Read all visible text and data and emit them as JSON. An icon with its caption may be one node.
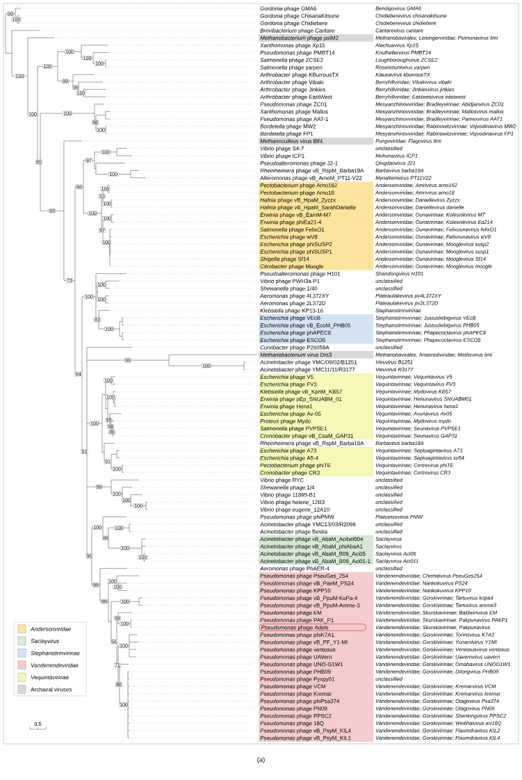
{
  "diagram": {
    "caption": "(a)",
    "nodes": [
      {
        "text": [
          "*Methanobacterium* phage psiM2"
        ]
      },
      {
        "text": [
          "*Methanoculleus* virus Blf4"
        ]
      },
      {
        "text": [
          "*Pectobacterium* phage Arno162",
          "*Pectobacterium* phage Arno18",
          "*Hafnia* phage vB_HpaM_Zyzzx",
          "*Hafnia* phage vB_HpaM_SarahDanielle",
          "*Erwinia* phage vB_EamM-M7",
          "*Erwinia* phage phiEa21-4",
          "*Salmonella* phage FelixO1",
          "*Escherichia* phage wV8",
          "*Escherichia* phage phiSUSP2",
          "*Escherichia* phage phiSUSP1",
          "*Shigella* phage Sf14",
          "*Citrobacter* phage Moogle"
        ]
      },
      {
        "text": [
          "*Escherichia* phage VEcB",
          "*Escherichia* phage vB_EcoM_PHB05",
          "*Escherichia* phage phAPEC8",
          "*Escherichia* phage ESCO5"
        ]
      },
      {
        "text": [
          "*Methanobacterium* virus Drs3"
        ]
      },
      {
        "text": [
          "*Escherichia* phage V5",
          "*Escherichia* phage FV3",
          "*Klebsiella* phage vB_KpnM_KB57",
          "*Erwinia* phage pEp_SNUABM_01",
          "*Erwinia* phage Hena1",
          "*Escherichia* phage Av-05",
          "*Proteus* phage Mydo",
          "*Salmonella* phage PVPSE1",
          "*Cronobacter* phage vB_CsaM_GAP31"
        ]
      },
      {
        "text": [
          "*Escherichia* phage A73",
          "*Escherichia* phage A5-4",
          "*Pectobacterium* phage phiTE",
          "*Cronobacter* phage CR3"
        ]
      },
      {
        "text": [
          "*Acinetobacter* phage vB_AbaM_Acibel004",
          "*Acinetobacter* phage vB_AbaM_phiAbaA1",
          "*Acinetobacter* phage vB_AbaM_B09_Aci05",
          "*Acinetobacter* phage vB_AbaM_B09_Aci01-1"
        ]
      },
      {
        "text": [
          "*Pseudomonas* phage PseuGes_254",
          "*Pseudomonas* phage vB_PaeM_PS24",
          "*Pseudomonas* phage KPP10",
          "*Pseudomonas* phage vB_PpuM-KoPa-4",
          "*Pseudomonas* phage vB_PpuM-Amme-3",
          "*Pseudomonas* phage EM",
          "*Pseudomonas* phage PAK_P1",
          "*Pseudomonas* phage phiK7A1",
          "*Pseudomonas* phage vB_PF_Y1-MI",
          "*Pseudomonas* phage ventosus",
          "*Pseudomonas* phage UAVern",
          "*Pseudomonas* phage UNO-G1W1",
          "*Pseudomonas* phage PHB09",
          "*Pseudomonas* phage Pyxpy01",
          "*Pseudomonas* phage VCM",
          "*Pseudomonas* phage Kremar",
          "*Pseudomonas* phage phiPsa374",
          "*Pseudomonas* phage PN09",
          "*Pseudomonas* phage PPSC2",
          "*Pseudomonas* phage 16Q",
          "*Pseudomonas* phage vB_PsyM_KIL4",
          "*Pseudomonas* phage vB_PsyM_KIL1"
        ]
      },
      {
        "text": [
          "*Pseudomonas* phage Adele"
        ],
        "in": 8
      }
    ],
    "labels": [
      "*Gordonia* phage GMA6",
      "Bendigovirus GMA6",
      "*Gordonia* phage ChisanaKitsune",
      "Chidieberevirus chisanakitsune",
      "*Gordonia* phage Chidiebere",
      "Chidieberevirus chidiebere",
      "*Brevibacterium* phage Cantare",
      "Cantarevirus cantare",
      "Methanobavirales; Leisingerviridae; Psimunavirus limi",
      "*Xanthomonas* phage Xp15",
      "Alachuavirus Xp15",
      "*Pseudomonas* phage PMBT14",
      "Knuthellervirus PMBT14",
      "*Salmonella* phage ZCSE2",
      "Loughboroughvirus ZCSE2",
      "*Salmonella* phage yarpen",
      "Rosemountvirus yarpen",
      "*Arthrobacter* phage KBurrousTX",
      "Klausavirus kburrousTX",
      "*Arthrobacter* phage Vibaki",
      "Berryhillviridae; Vibakivirus vibaki",
      "*Arthrobacter* phage Jinkies",
      "Berryhillviridae; Jinkiesvirus jinkies",
      "*Arthrobacter* phage EastWest",
      "Berryhillviridae; Eastwestvirus eastwest",
      "*Pseudomonas* phage ZC01",
      "Mesyanzhinovviridae; Bradleyvirinae; Abidjanvirus ZC01",
      "*Xanthomonas* phage Mallos",
      "Mesyanzhinovviridae; Bradleyvirinae; Mallosvirus mallos",
      "*Pseudomonas* phage AAT-1",
      "Mesyanzhinovviridae; Bradleyvirinae; Pamexvirus AAT1",
      "*Bordetella* phage MW2",
      "Mesyanzhinovviridae; Rabinowitzvirinae; Vojvodinavirus MW2",
      "*Bordetella* phage FP1",
      "Mesyanzhinovviridae; Rabinowitzvirinae; Vojvodinavirus FP1",
      "Pungoviridae; Flagovirus limi",
      "*Vibrio* phage S4-7",
      "unclassified",
      "*Vibrio* phage ICP1",
      "Mohonavirus ICP1",
      "*Pseudoalteromonas* phage J2-1",
      "Qingdaovirus J21",
      "*Rheinheimera* phage vB_RspM_Barba19A",
      "Barbavirus barba19A",
      "*Alteromonas* phage vB_AmeM_PT11-V22",
      "Myoalterovirus PT11V22",
      "Andersonviridae; Amrivirus arno162",
      "Andersonviridae; Amrivirus arno18",
      "Andersonviridae; Daniellevirus Zyzzx",
      "Andersonviridae; Daniellevirus danielle",
      "Andersonviridae; Ounavirinae; Kolesnikvirus M7",
      "Andersonviridae; Ounavirinae; Kolesnikvirus Ea214",
      "Andersonviridae; Ounavirinae; Felixounavirus felixO1",
      "Andersonviridae; Ounavirinae; Felixounavirus wV8",
      "Andersonviridae; Ounavirinae; Mooglevirus susp2",
      "Andersonviridae; Ounavirinae; Mooglevirus susp1",
      "Andersonviridae; Ounavirinae; Mooglevirus Sf14",
      "Andersonviridae; Ounavirinae; Mooglevirus moogle",
      "*Pseudoalteromonas* phage H101",
      "Shandongvirus H101",
      "*Vibrio* phage PWH3a-P1",
      "unclassified",
      "*Shewanella* phage 1/40",
      "unclassified",
      "*Aeromonas* phage 4L372XY",
      "Plateaulakevirus pv4L372XY",
      "*Aeromonas* phage 2L372D",
      "Plateaulakevirus pv2L372D",
      "*Klebsiella* phage KP13-16",
      "Stephanstirmvirinae",
      "Stephanstirmvirinae; Justusliebigvirus VEcB",
      "Stephanstirmvirinae; Justusliebigvirus PHB05",
      "Stephanstirmvirinae; Phapecoctavirus phAPEC8",
      "Stephanstirmvirinae; Phapecoctavirus ESCO5",
      "*Curvibacter* phage P26059A",
      "unclassified",
      "Methanobavirales; Anaerodiviridae; Metforvirus limi",
      "*Acinetobacter* phage YMC/09/02/B1251",
      "Vieuvirus B1251",
      "*Acinetobacter* phage YMC11/11/R3177",
      "Vieuvirus R3177",
      "Vequintavirinae; Vequintavirus V5",
      "Vequintavirinae; Vequintavirus FV3",
      "Vequintavirinae; Mydovirus KB57",
      "Vequintavirinae; Henunavirus SNUABM01",
      "Vequintavirinae; Henunavirus hena1",
      "Vequintavirinae; Avunavirus Av05",
      "Vequintavirinae; Mydovirus mydo",
      "Vequintavirinae; Seunavirus PVPSE1",
      "Vequintavirinae; Seunavirus GAP31",
      "*Rheinheimera* phage vB_RspM_Barba18A",
      "Barbavirus barba18A",
      "Vequintavirinae; Septuagintavirus A73",
      "Vequintavirinae; Septuagintavirus sv54",
      "Vequintavirinae; Certrevirus phiTE",
      "Vequintavirinae; Certrevirus CR3",
      "*Vibrio* phage RYC",
      "unclassified",
      "*Shewanella* phage 1/4",
      "unclassified",
      "*Vibrio* phage 11895-B1",
      "unclassified",
      "*Vibrio* phage helene_12B3",
      "unclassified",
      "*Vibrio* phage eugene_12A10",
      "unclassified",
      "*Pseudomonas* phage phiPMW",
      "Plaisancevirus PMW",
      "*Acinetobacter* phage YMC13/03/R2096",
      "unclassified",
      "*Acinetobacter* phage Bestia",
      "unclassified",
      "Saclayvirus",
      "Saclayvirus",
      "Saclayvirus Aci05",
      "Saclayvirus Aci011",
      "*Aeromonas* phage PhAER-4",
      "unclassified",
      "Vandenendeviridae; Chemalvirus PseuGes254",
      "Vandenendeviridae; Nankokuvirus PS24",
      "Vandenendeviridae; Nankokuvirus KPP10",
      "Vandenendeviridae; Gorskivirinae; Tartuvirus kopa4",
      "Vandenendeviridae; Gorskivirinae; Tartuvirus amme3",
      "Vandenendeviridae; Skurskavirinae; Baldwinvirus EM",
      "Vandenendeviridae; Skurskavirinae; Pakpunavirus PAKP1",
      "Vandenendeviridae; Skurskavirinae; Pakpunavirus",
      "Vandenendeviridae; Gorskivirinae; Torinovirus K7A1",
      "Vandenendeviridae; Gorskivirinae; Yunamivirus Y1MI",
      "Vandenendeviridae; Gorskivirinae; Ventosusvirus ventosus",
      "Vandenendeviridae; Gorskivirinae; Uavernvirus uavern",
      "Vandenendeviridae; Gorskivirinae; Omahavirus UNOG1W1",
      "Vandenendeviridae; Gorskivirinae; Dilongvirus PHB09",
      "unclassified",
      "Vandenendeviridae; Gorskivirinae; Kremarvirus VCM",
      "Vandenendeviridae; Gorskivirinae; Kremarvirus kremar",
      "Vandenendeviridae; Gorskivirinae; Otagovirus Psa374",
      "Vandenendeviridae; Gorskivirinae; Otagovirus PN09",
      "Vandenendeviridae; Gorskivirinae; Shenlongvirus PPSC2",
      "Vandenendeviridae; Gorskivirinae; Weilihaivirus wv16Q",
      "Vandenendeviridae; Gorskivirinae; Flaumdravirus KIL2",
      "Vandenendeviridae; Gorskivirinae; Flaumdravirus KIL4",
      "99",
      "100",
      "100",
      "100",
      "100",
      "100",
      "100",
      "99",
      "99",
      "100",
      "100",
      "100",
      "98",
      "100",
      "100",
      "65",
      "97",
      "100",
      "66",
      "100",
      "53",
      "100",
      "93",
      "100",
      "100",
      "97",
      "100",
      "73",
      "100",
      "100",
      "100",
      "83",
      "100",
      "99",
      "100",
      "64",
      "100",
      "100",
      "100",
      "95",
      "98",
      "86",
      "53",
      "91",
      "100",
      "99",
      "100",
      "100",
      "100",
      "100",
      "100",
      "88",
      "100",
      "95",
      "100",
      "99",
      "100",
      "100",
      "99",
      "100",
      "99",
      "100",
      "56",
      "100",
      "71",
      "86",
      "100",
      "0.5"
    ],
    "legend": [
      {
        "text": "Andersonviridae",
        "color": "#fde49e"
      },
      {
        "text": "Saclayvirus",
        "color": "#d5e8d4"
      },
      {
        "text": "Stephanstirmvirinae",
        "color": "#d4e3f3"
      },
      {
        "text": "Vandenendeviridae",
        "color": "#f4cccc"
      },
      {
        "text": "Vequintavirinae",
        "color": "#f5f8b9"
      },
      {
        "text": "Archaeal viruses",
        "color": "#d9d9d9"
      }
    ]
  }
}
